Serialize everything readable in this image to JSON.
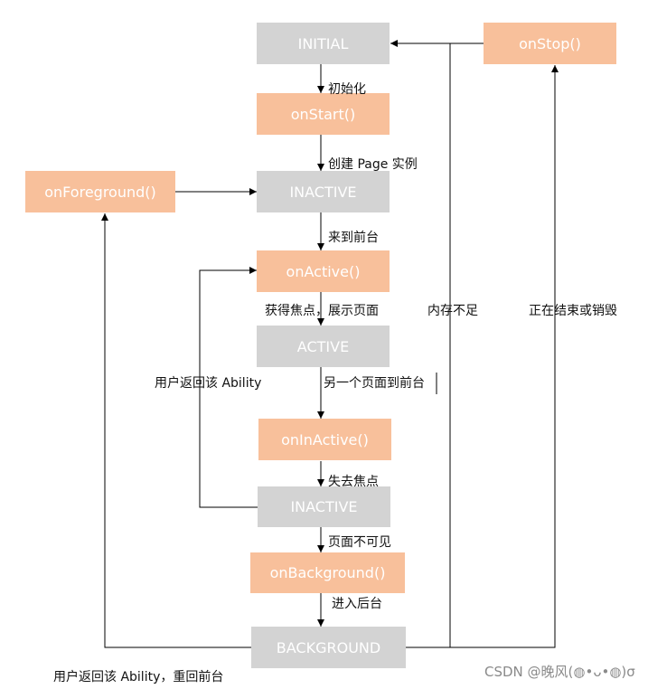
{
  "nodes": {
    "initial": "INITIAL",
    "on_start": "onStart()",
    "inactive_1": "INACTIVE",
    "on_foreground": "onForeground()",
    "on_active": "onActive()",
    "active": "ACTIVE",
    "on_inactive": "onInActive()",
    "inactive_2": "INACTIVE",
    "on_background": "onBackground()",
    "background": "BACKGROUND",
    "on_stop": "onStop()"
  },
  "edges": {
    "initialize": "初始化",
    "create_page_instance": "创建 Page 实例",
    "come_to_foreground": "来到前台",
    "gain_focus_show_page": "获得焦点，展示页面",
    "another_page_foreground": "另一个页面到前台",
    "lose_focus": "失去焦点",
    "page_invisible": "页面不可见",
    "enter_background": "进入后台",
    "user_returns_ability": "用户返回该 Ability",
    "user_returns_ability_foreground": "用户返回该 Ability，重回前台",
    "out_of_memory": "内存不足",
    "ending_or_destroying": "正在结束或销毁"
  },
  "watermark": "CSDN @晚风(◍•ᴗ•◍)σ",
  "colors": {
    "state_fill": "#d3d3d3",
    "callback_fill": "#f8c09b",
    "text_on_box": "#ffffff",
    "line": "#000000"
  }
}
